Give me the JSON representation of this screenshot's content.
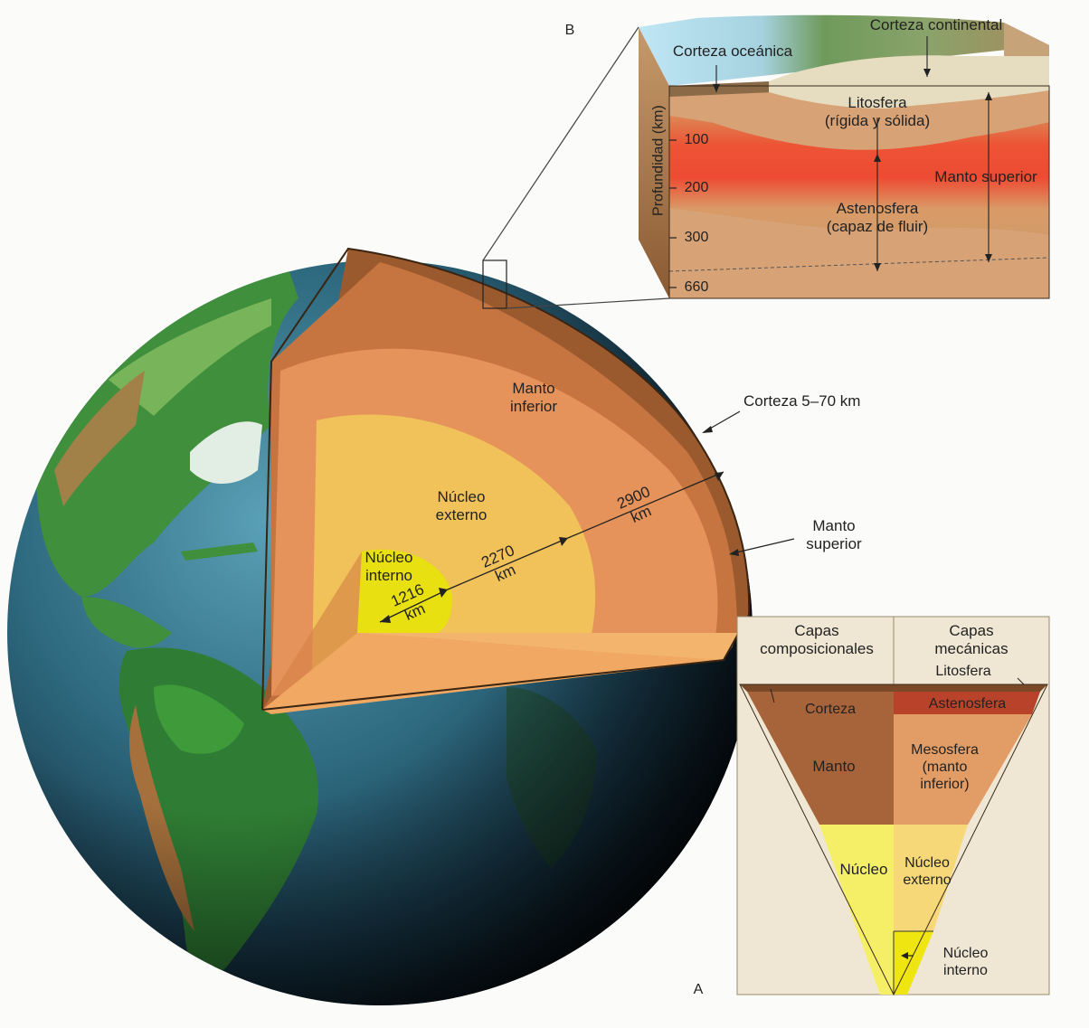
{
  "panel_a": {
    "letter": "A",
    "mantle_inferior": "Manto\ninferior",
    "outer_core": "Núcleo\nexterno",
    "inner_core": "Núcleo\ninterno",
    "inner_core_radius": "1216\nkm",
    "outer_core_thickness": "2270\nkm",
    "mantle_thickness": "2900\nkm",
    "crust_callout": "Corteza 5–70 km",
    "upper_mantle_callout": "Manto\nsuperior"
  },
  "panel_b": {
    "letter": "B",
    "oceanic_crust": "Corteza oceánica",
    "continental_crust": "Corteza continental",
    "lithosphere": "Litosfera\n(rígida y sólida)",
    "asthenosphere": "Astenosfera\n(capaz de fluir)",
    "upper_mantle": "Manto superior",
    "depth_axis_label": "Profundidad (km)",
    "depth_ticks": [
      "100",
      "200",
      "300",
      "660"
    ]
  },
  "layers_table": {
    "col_compositional": "Capas\ncomposicionales",
    "col_mechanical": "Capas\nmecánicas",
    "lithosphere": "Litosfera",
    "crust": "Corteza",
    "asthenosphere": "Astenosfera",
    "mantle": "Manto",
    "mesosphere": "Mesosfera\n(manto\ninferior)",
    "core": "Núcleo",
    "outer_core": "Núcleo\nexterno",
    "inner_core": "Núcleo\ninterno"
  },
  "colors": {
    "crust": "#9b5a2e",
    "mantle": "#d98a55",
    "outer_core": "#f1c15a",
    "inner_core": "#e8e010",
    "asthenosphere": "#f04026",
    "ocean": "#2d5c73",
    "land": "#3f8f3c"
  }
}
